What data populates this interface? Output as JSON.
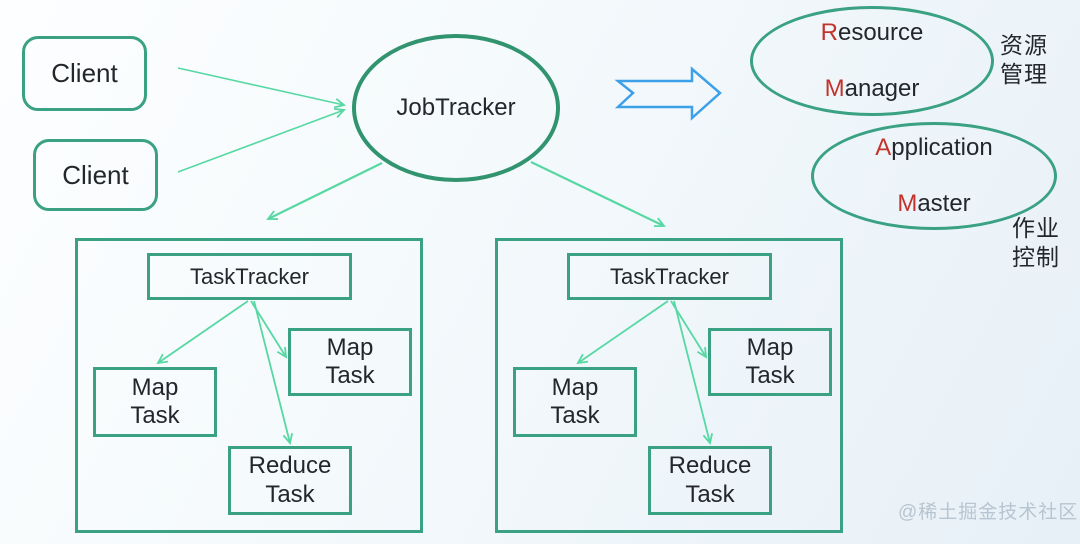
{
  "colors": {
    "green_border": "#3aa182",
    "green_dark": "#31946f",
    "arrow_green": "#57d8a3",
    "arrow_blue": "#3da0e8",
    "text_dark": "#23272b",
    "accent_red": "#c2332b",
    "watermark": "#b7c4d1"
  },
  "clients": [
    {
      "label": "Client"
    },
    {
      "label": "Client"
    }
  ],
  "jobtracker": {
    "label": "JobTracker"
  },
  "resource_manager": {
    "line1_accent": "R",
    "line1_rest": "esource",
    "line2_accent": "M",
    "line2_rest": "anager"
  },
  "application_master": {
    "line1_accent": "A",
    "line1_rest": "pplication",
    "line2_accent": "M",
    "line2_rest": "aster"
  },
  "annotations": {
    "resource_management": "资源\n管理",
    "job_control": "作业\n控制"
  },
  "clusters": [
    {
      "tracker": "TaskTracker",
      "map_left": "Map\nTask",
      "map_right": "Map\nTask",
      "reduce": "Reduce\nTask"
    },
    {
      "tracker": "TaskTracker",
      "map_left": "Map\nTask",
      "map_right": "Map\nTask",
      "reduce": "Reduce\nTask"
    }
  ],
  "watermark": "@稀土掘金技术社区"
}
